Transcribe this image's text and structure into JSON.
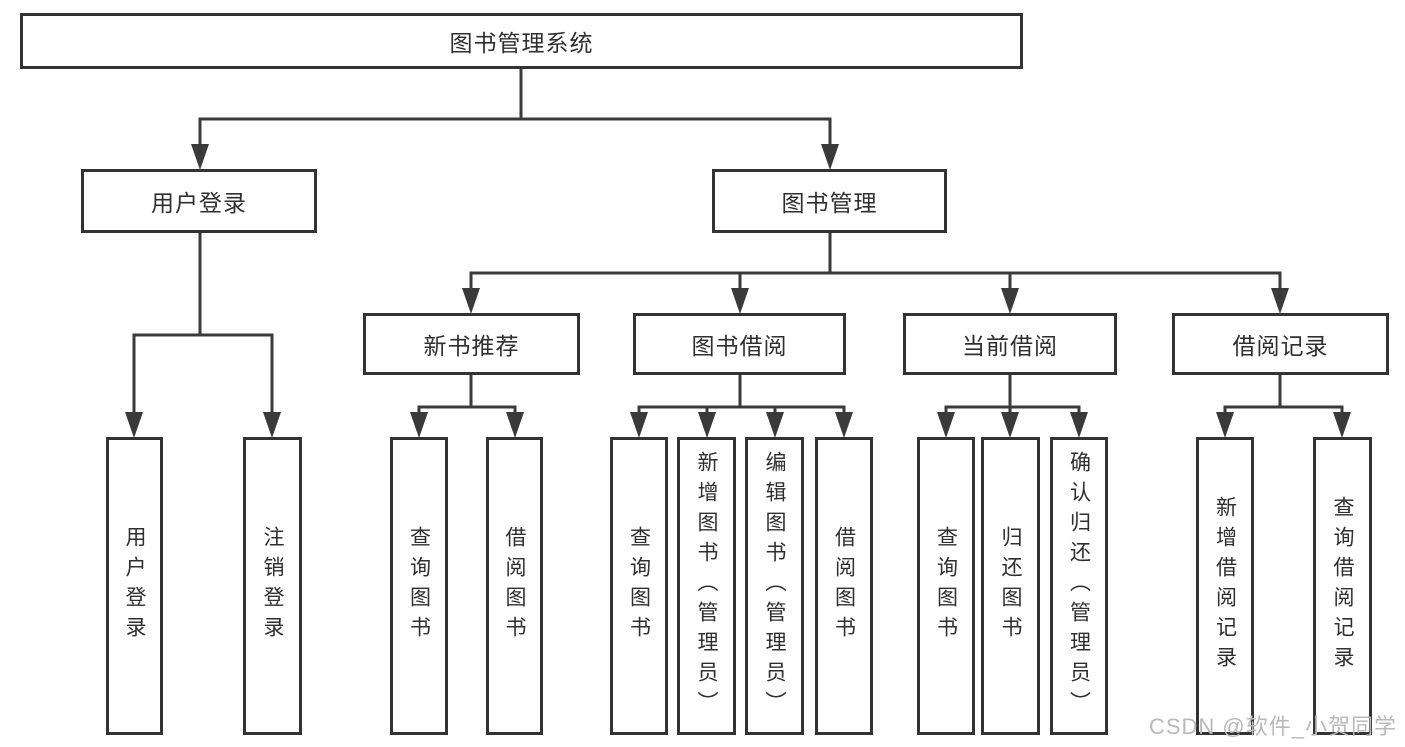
{
  "diagram": {
    "root": {
      "label": "图书管理系统"
    },
    "level2": [
      {
        "label": "用户登录"
      },
      {
        "label": "图书管理"
      }
    ],
    "level3": [
      {
        "label": "新书推荐",
        "parent": "图书管理"
      },
      {
        "label": "图书借阅",
        "parent": "图书管理"
      },
      {
        "label": "当前借阅",
        "parent": "图书管理"
      },
      {
        "label": "借阅记录",
        "parent": "图书管理"
      }
    ],
    "leaves": [
      {
        "label": "用户登录",
        "parent": "用户登录"
      },
      {
        "label": "注销登录",
        "parent": "用户登录"
      },
      {
        "label": "查询图书",
        "parent": "新书推荐"
      },
      {
        "label": "借阅图书",
        "parent": "新书推荐"
      },
      {
        "label": "查询图书",
        "parent": "图书借阅"
      },
      {
        "label": "新增图书（管理员）",
        "parent": "图书借阅"
      },
      {
        "label": "编辑图书（管理员）",
        "parent": "图书借阅"
      },
      {
        "label": "借阅图书",
        "parent": "图书借阅"
      },
      {
        "label": "查询图书",
        "parent": "当前借阅"
      },
      {
        "label": "归还图书",
        "parent": "当前借阅"
      },
      {
        "label": "确认归还（管理员）",
        "parent": "当前借阅"
      },
      {
        "label": "新增借阅记录",
        "parent": "借阅记录"
      },
      {
        "label": "查询借阅记录",
        "parent": "借阅记录"
      }
    ]
  },
  "watermark": {
    "text": "CSDN @软件_小贺同学"
  },
  "colors": {
    "line": "#3a3a3a",
    "box_border": "#333333",
    "text": "#2f2f2f",
    "watermark": "#b9b9b9",
    "background": "#ffffff"
  }
}
